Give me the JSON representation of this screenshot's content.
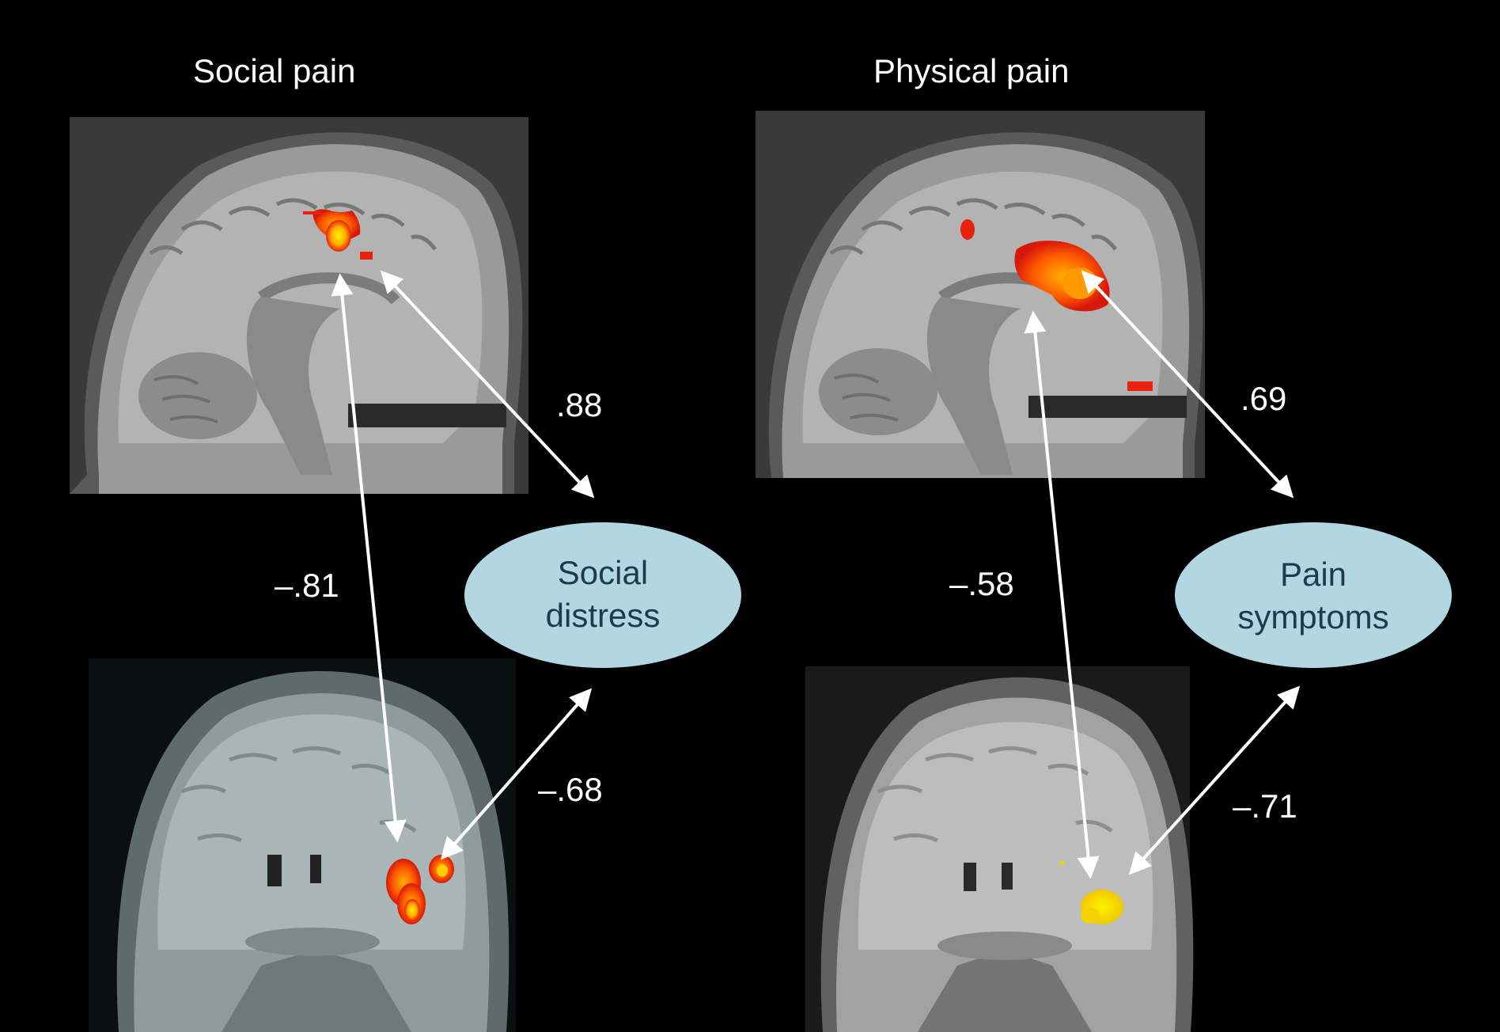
{
  "panels": {
    "left": {
      "title": "Social pain",
      "outcome": {
        "line1": "Social",
        "line2": "distress"
      },
      "correlations": {
        "sagittal_to_outcome": ".88",
        "sagittal_to_coronal": "–.81",
        "coronal_to_outcome": "–.68"
      }
    },
    "right": {
      "title": "Physical pain",
      "outcome": {
        "line1": "Pain",
        "line2": "symptoms"
      },
      "correlations": {
        "sagittal_to_outcome": ".69",
        "sagittal_to_coronal": "–.58",
        "coronal_to_outcome": "–.71"
      }
    }
  },
  "colors": {
    "background": "#000000",
    "node_fill": "#b2d7e2",
    "arrow": "#ffffff",
    "activation_hot": "#ffe600",
    "activation_warm": "#ff6a00",
    "activation_red": "#e8200c"
  },
  "icons": {
    "sagittal_scan": "sagittal-brain-mri",
    "coronal_scan": "coronal-brain-mri",
    "arrow": "double-headed-arrow"
  }
}
